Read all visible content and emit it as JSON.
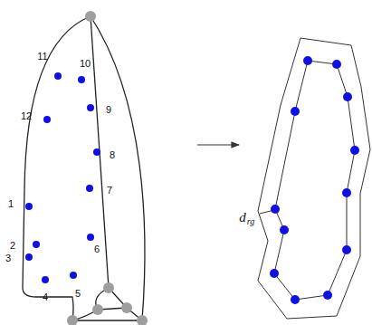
{
  "diagram": {
    "labels": [
      "1",
      "2",
      "3",
      "4",
      "5",
      "6",
      "7",
      "8",
      "9",
      "10",
      "11",
      "12",
      "d",
      "rg"
    ]
  }
}
